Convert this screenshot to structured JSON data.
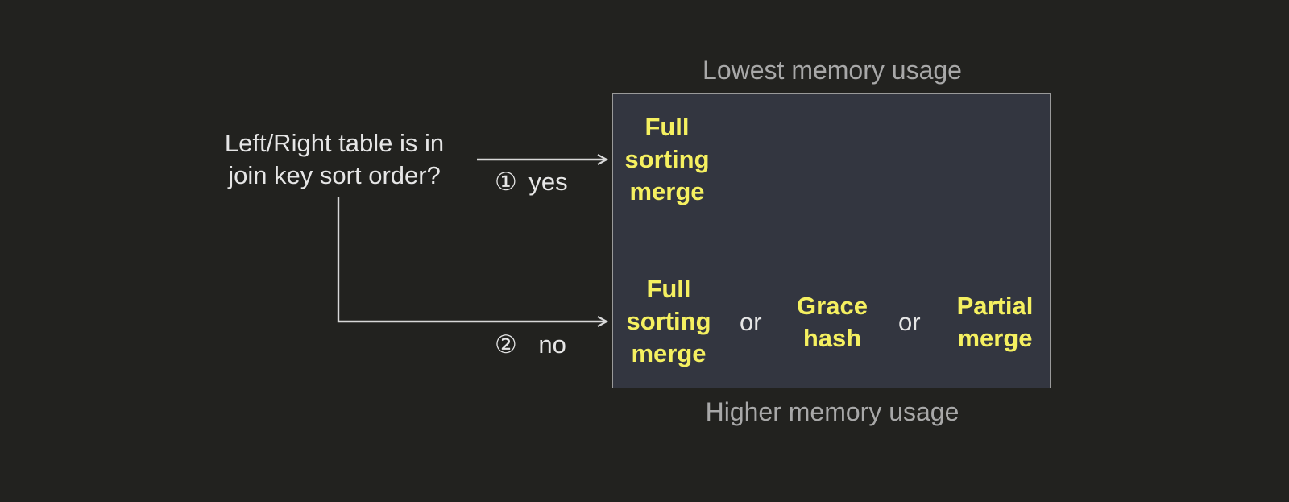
{
  "question": {
    "line1": "Left/Right table is in",
    "line2": "join key sort order?"
  },
  "memory": {
    "top": "Lowest memory usage",
    "bottom": "Higher memory usage"
  },
  "branches": {
    "yes": {
      "marker": "①",
      "label": "yes"
    },
    "no": {
      "marker": "②",
      "label": "no"
    }
  },
  "yes_result": {
    "line1": "Full",
    "line2": "sorting",
    "line3": "merge"
  },
  "no_results": {
    "full": {
      "line1": "Full",
      "line2": "sorting",
      "line3": "merge"
    },
    "sep1": "or",
    "grace": {
      "line1": "Grace",
      "line2": "hash"
    },
    "sep2": "or",
    "partial": {
      "line1": "Partial",
      "line2": "merge"
    }
  },
  "colors": {
    "background": "#22221f",
    "box_fill": "#333640",
    "highlight": "#f5f060",
    "text": "#e6e6e6",
    "muted": "#a8a8a8"
  }
}
